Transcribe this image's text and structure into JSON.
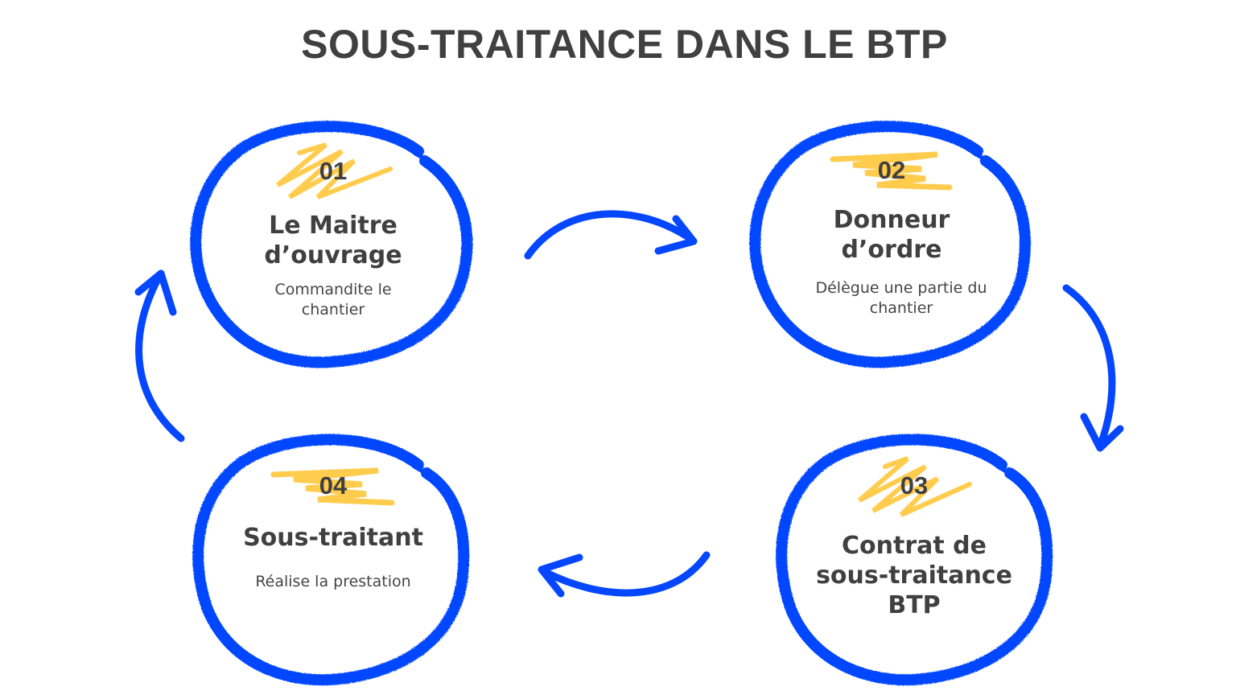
{
  "title": "SOUS-TRAITANCE DANS LE BTP",
  "colors": {
    "circle_stroke": "#0546FF",
    "arrow": "#0546FF",
    "highlight": "#FFCC4D",
    "text": "#404040"
  },
  "nodes": [
    {
      "number": "01",
      "title": "Le Maitre\nd’ouvrage",
      "description": "Commandite le\nchantier"
    },
    {
      "number": "02",
      "title": "Donneur\nd’ordre",
      "description": "Délègue une partie du\nchantier"
    },
    {
      "number": "03",
      "title": "Contrat de\nsous-traitance\nBTP",
      "description": ""
    },
    {
      "number": "04",
      "title": "Sous-traitant",
      "description": "Réalise la prestation"
    }
  ],
  "arrows": [
    {
      "from": "01",
      "to": "02",
      "direction": "right"
    },
    {
      "from": "02",
      "to": "03",
      "direction": "down"
    },
    {
      "from": "03",
      "to": "04",
      "direction": "left"
    },
    {
      "from": "04",
      "to": "01",
      "direction": "up"
    }
  ]
}
